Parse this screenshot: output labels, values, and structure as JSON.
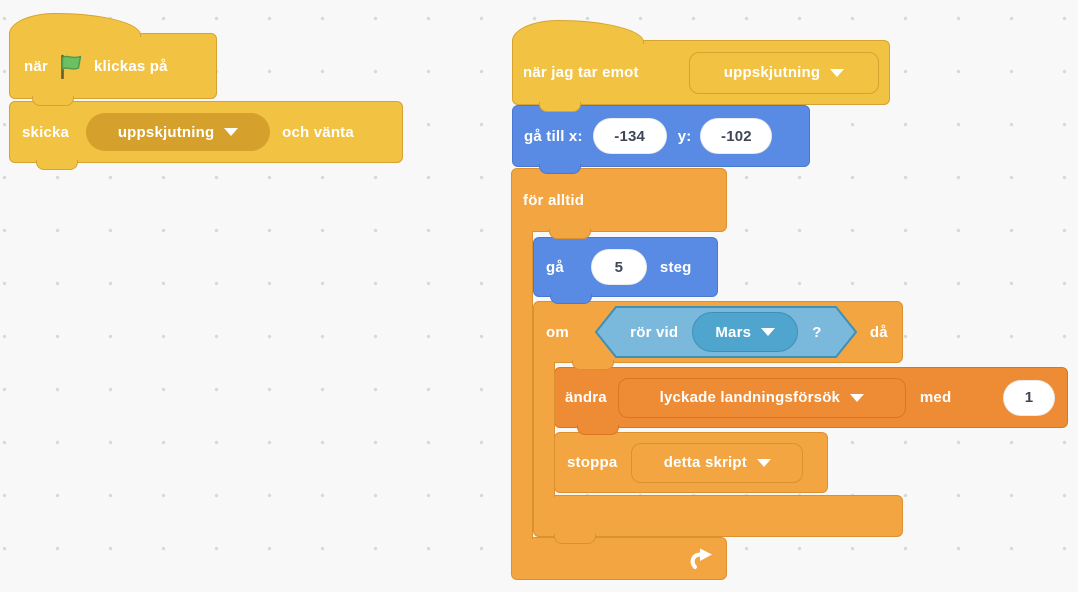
{
  "palette": {
    "background": "#F8F8F8",
    "grid_dot": "#D9D9D9",
    "events": {
      "fill": "#F2C342",
      "border": "#D6A231",
      "dropdown_fill": "#D5A02C"
    },
    "motion": {
      "fill": "#5A8BE4",
      "border": "#4A78CF"
    },
    "control": {
      "fill": "#F2A541",
      "border": "#DB9130"
    },
    "variables": {
      "fill": "#EE8C35",
      "border": "#DB751F"
    },
    "sensing": {
      "fill": "#7AB9DC",
      "border": "#3E90B8",
      "dropdown_fill": "#4FA5CE"
    },
    "block_text": "#FFFFFF",
    "input_text": "#3F4756"
  },
  "left_stack": {
    "when_flag_clicked": {
      "prefix": "när",
      "suffix": "klickas på",
      "icon": "green-flag-icon"
    },
    "broadcast_and_wait": {
      "verb": "skicka",
      "message": "uppskjutning",
      "suffix": "och vänta"
    }
  },
  "right_stack": {
    "when_i_receive": {
      "label": "när jag tar emot",
      "message": "uppskjutning"
    },
    "go_to_xy": {
      "label_x": "gå till x:",
      "x_value": "-134",
      "label_y": "y:",
      "y_value": "-102"
    },
    "forever": {
      "label": "för alltid",
      "icon": "loop-arrow-icon"
    },
    "move_steps": {
      "verb": "gå",
      "steps": "5",
      "unit": "steg"
    },
    "if_then": {
      "if_label": "om",
      "then_label": "då"
    },
    "touching": {
      "label": "rör vid",
      "target": "Mars",
      "question_mark": "?"
    },
    "change_variable": {
      "verb": "ändra",
      "variable": "lyckade landningsförsök",
      "by_label": "med",
      "amount": "1"
    },
    "stop_script": {
      "verb": "stoppa",
      "option": "detta skript"
    }
  }
}
